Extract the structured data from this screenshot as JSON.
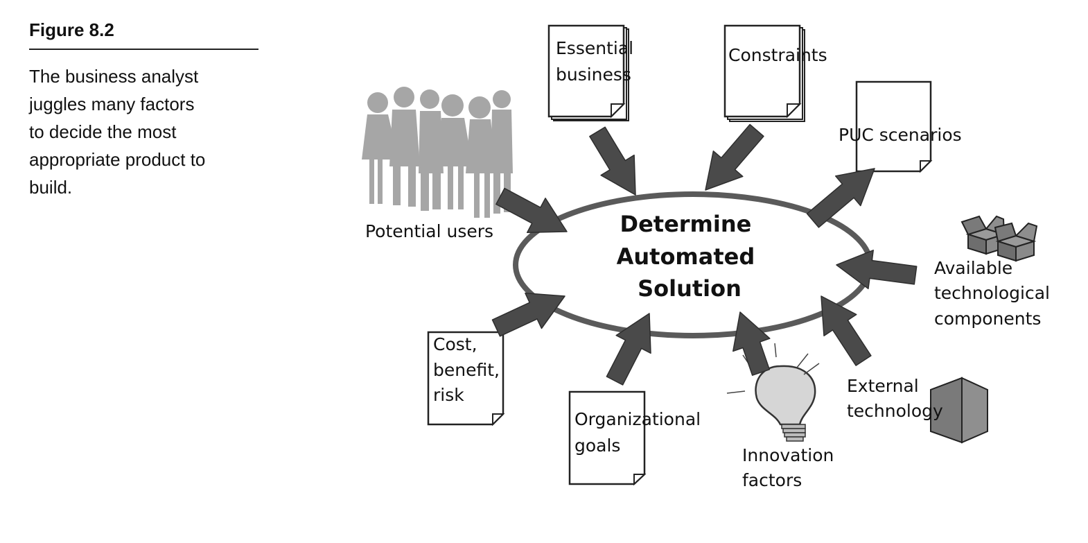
{
  "figure": {
    "label": "Figure 8.2",
    "caption_lines": [
      "The business analyst",
      "juggles many factors",
      "to decide the most",
      "appropriate product to",
      "build."
    ]
  },
  "diagram": {
    "center": [
      "Determine",
      "Automated",
      "Solution"
    ],
    "nodes": {
      "potential_users": [
        "Potential users"
      ],
      "essential_business": [
        "Essential",
        "business"
      ],
      "constraints": [
        "Constraints"
      ],
      "puc_scenarios": [
        "PUC scenarios"
      ],
      "available_components": [
        "Available",
        "technological",
        "components"
      ],
      "external_technology": [
        "External",
        "technology"
      ],
      "innovation_factors": [
        "Innovation",
        "factors"
      ],
      "organizational_goals": [
        "Organizational",
        "goals"
      ],
      "cost_benefit_risk": [
        "Cost,",
        "benefit,",
        "risk"
      ]
    },
    "colors": {
      "arrow": "#4a4a4a",
      "ellipse_stroke": "#5a5a5a",
      "people": "#a6a6a6",
      "box": "#808080"
    }
  }
}
